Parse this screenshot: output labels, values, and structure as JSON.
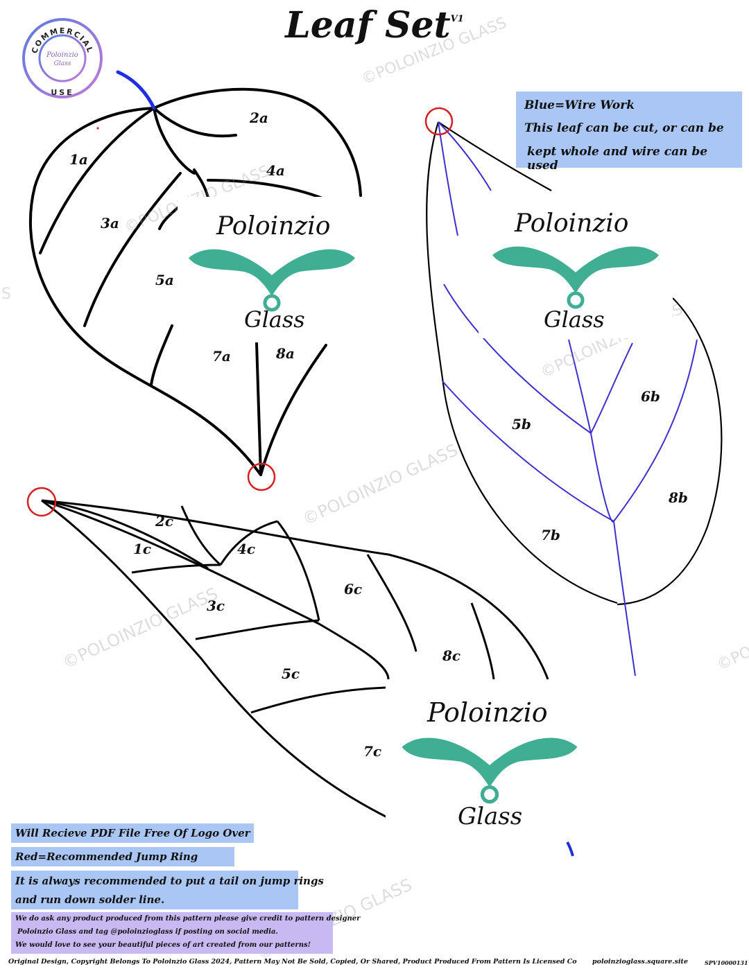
{
  "title": "Leaf Set",
  "version": "V1",
  "badge": {
    "top": "COMMERCIAL",
    "bottom": "USE",
    "center_line1": "Poloinzio",
    "center_line2": "Glass"
  },
  "watermark": "©POLOINZIO GLASS",
  "watermark_fragment": "S",
  "logo": {
    "line1": "Poloinzio",
    "line2": "Glass"
  },
  "leaf_a": {
    "labels": [
      "1a",
      "2a",
      "3a",
      "4a",
      "5a",
      "7a",
      "8a"
    ]
  },
  "leaf_b": {
    "labels": [
      "5b",
      "6b",
      "7b",
      "8b"
    ]
  },
  "leaf_c": {
    "labels": [
      "1c",
      "2c",
      "3c",
      "4c",
      "5c",
      "6c",
      "7c",
      "8c"
    ]
  },
  "notes": {
    "wire_work": "Blue=Wire Work",
    "cut_line1": "This leaf can be cut, or can be",
    "cut_line2": "kept whole and wire can be used",
    "pdf_free": "Will Recieve PDF File Free Of Logo Over Pattern",
    "red_rings": "Red=Recommended Jump Ring Placement",
    "tail_line1": "It is always recommended to put a tail on jump rings",
    "tail_line2": "and run down solder line.",
    "credit_line1": "We do ask any product produced from this pattern please give credit to pattern designer",
    "credit_line2": "Poloinzio Glass and tag @poloinzioglass if posting on social media.",
    "credit_line3": "We would love to see your beautiful pieces of art created from our patterns!"
  },
  "footer": {
    "copyright": "Original Design, Copyright Belongs To Poloinzio Glass 2024, Pattern May Not Be Sold, Copied, Or Shared, Product Produced From Pattern Is Licensed Commercial/HobbyUse",
    "site": "poloinzioglass.square.site",
    "code": "SPV10000131"
  },
  "colors": {
    "wire": "#3b2fd0",
    "stem_wire": "#1f2ee0",
    "jump_ring": "#d62020",
    "logo_teal": "#3fae93",
    "note_blue": "#a9c6f4",
    "note_purple": "#c9b9f2"
  }
}
